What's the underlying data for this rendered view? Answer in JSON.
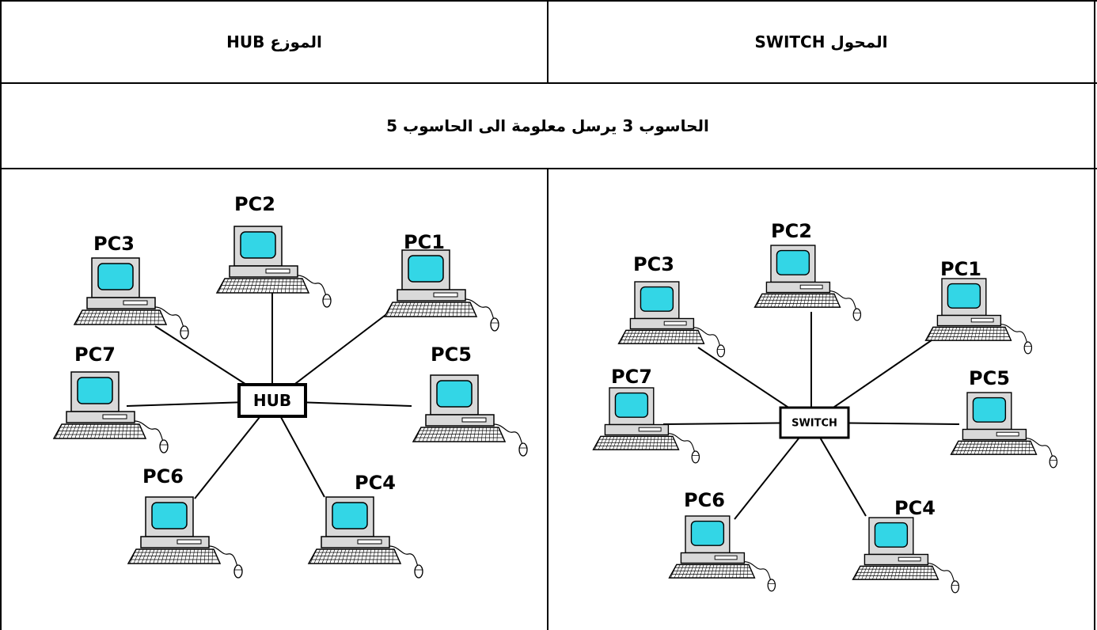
{
  "header": {
    "hub_title": "الموزع HUB",
    "switch_title": "المحول SWITCH"
  },
  "subtitle": "الحاسوب 3 يرسل معلومة الى الحاسوب 5",
  "hub_panel": {
    "center_label": "HUB",
    "pcs": [
      "PC1",
      "PC2",
      "PC3",
      "PC4",
      "PC5",
      "PC6",
      "PC7"
    ]
  },
  "switch_panel": {
    "center_label": "SWITCH",
    "pcs": [
      "PC1",
      "PC2",
      "PC3",
      "PC4",
      "PC5",
      "PC6",
      "PC7"
    ]
  },
  "colors": {
    "screen": "#33d6e6",
    "computer": "#d9d9d9",
    "line": "#000000"
  },
  "icons": [
    "desktop-computer-icon",
    "mouse-icon",
    "keyboard-icon"
  ]
}
